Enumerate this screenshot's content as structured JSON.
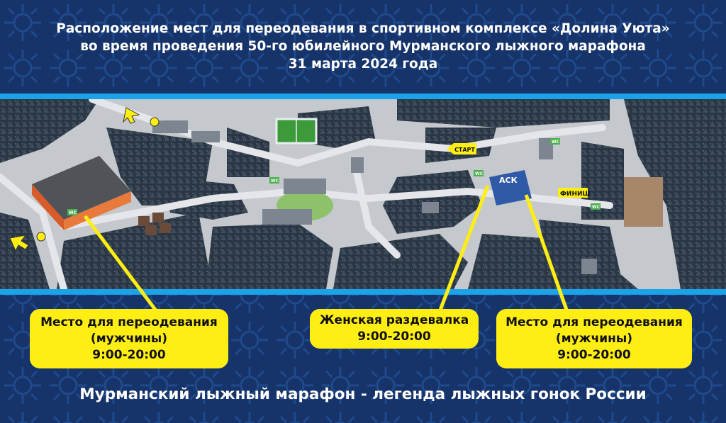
{
  "header": {
    "line1": "Расположение мест для переодевания в спортивном комплексе «Долина Уюта»",
    "line2": "во время проведения 50-го юбилейного Мурманского лыжного марафона",
    "line3": "31 марта 2024 года"
  },
  "map": {
    "labels": {
      "ack": "АСК",
      "start": "СТАРТ",
      "finish": "ФИНИШ",
      "wc": "WC"
    }
  },
  "callouts": [
    {
      "line1": "Место для переодевания",
      "line2": "(мужчины)",
      "time": "9:00-20:00"
    },
    {
      "line1": "Женская раздевалка",
      "time": "9:00-20:00"
    },
    {
      "line1": "Место для переодевания",
      "line2": "(мужчины)",
      "time": "9:00-20:00"
    }
  ],
  "footer": {
    "slogan": "Мурманский лыжный марафон - легенда лыжных гонок России"
  },
  "colors": {
    "background": "#16336a",
    "stripe": "#1aa3e8",
    "callout": "#ffee14",
    "text": "#ffffff"
  }
}
